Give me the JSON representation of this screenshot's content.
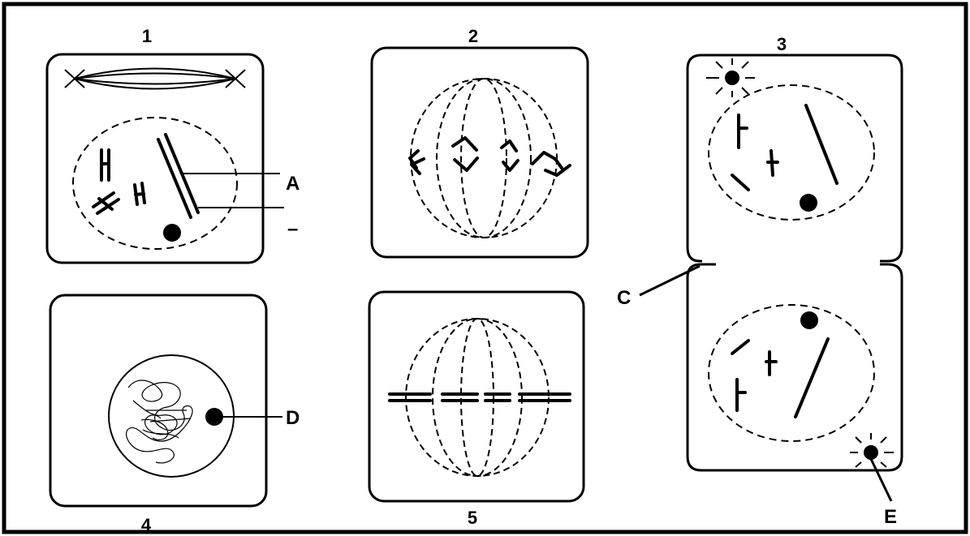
{
  "panels": {
    "p1": {
      "number": "1"
    },
    "p2": {
      "number": "2"
    },
    "p3": {
      "number": "3"
    },
    "p4": {
      "number": "4"
    },
    "p5": {
      "number": "5"
    }
  },
  "labels": {
    "a": "A",
    "b": "–",
    "c": "C",
    "d": "D",
    "e": "E"
  }
}
